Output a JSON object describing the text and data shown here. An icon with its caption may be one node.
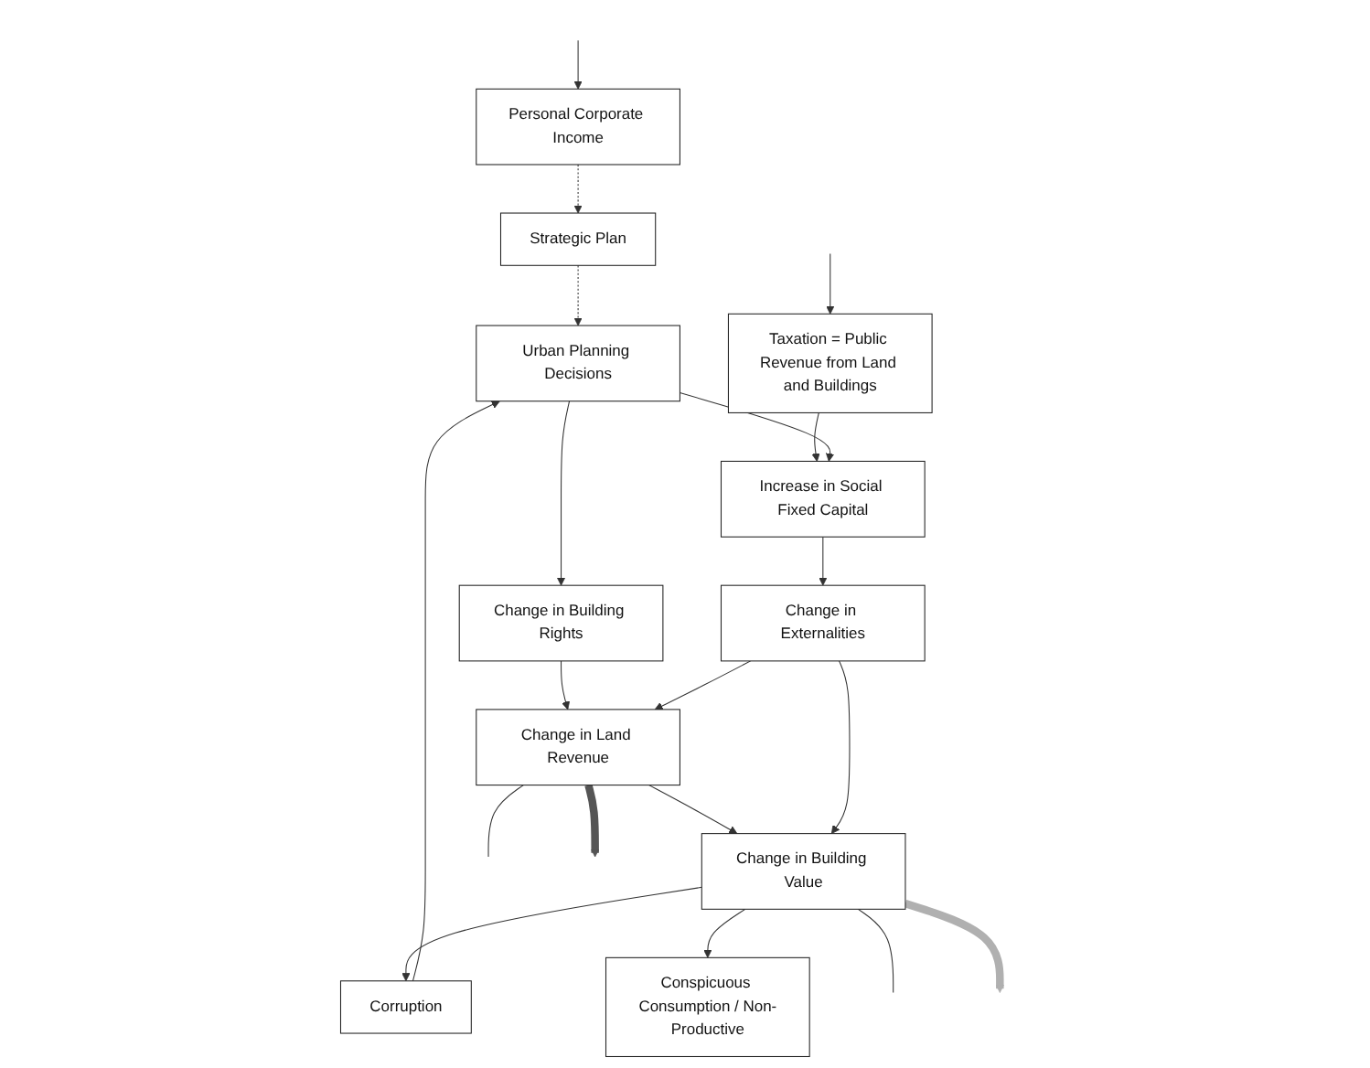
{
  "diagram": {
    "nodes": [
      {
        "text": [
          "Strategic Plan"
        ]
      },
      {
        "text": [
          "Personal Corporate Income"
        ]
      },
      {
        "text": [
          "Taxation = Public Revenue from Land and Buildings"
        ]
      },
      {
        "text": [
          "Urban Planning Decisions"
        ]
      },
      {
        "text": [
          "Increase in Social Fixed Capital"
        ]
      },
      {
        "text": [
          "Change in Building Rights"
        ]
      },
      {
        "text": [
          "Change in Land Revenue"
        ]
      },
      {
        "text": [
          "Change in Externalities"
        ]
      },
      {
        "text": [
          "Change in Building Value"
        ]
      },
      {
        "text": [
          "Corruption"
        ]
      },
      {
        "text": [
          "Conspicuous Consumption / Non-Productive"
        ]
      }
    ],
    "edges": [
      {
        "from": 1,
        "to": 0,
        "arrow": "to",
        "style": "dashed"
      },
      {
        "from": 0,
        "to": 3,
        "arrow": "to",
        "style": "dashed"
      },
      {
        "from": 2,
        "to": 4,
        "arrow": "to"
      },
      {
        "from": 3,
        "to": 5,
        "arrow": "to"
      },
      {
        "from": 3,
        "to": 4,
        "arrow": "to"
      },
      {
        "from": 4,
        "to": 7,
        "arrow": "to"
      },
      {
        "from": 5,
        "to": 6,
        "arrow": "to"
      },
      {
        "from": 7,
        "to": 6,
        "arrow": "to"
      },
      {
        "from": 6,
        "to": 8,
        "arrow": "to"
      },
      {
        "from": 7,
        "to": 8,
        "arrow": "to"
      },
      {
        "from": 8,
        "to": 9,
        "arrow": "to"
      },
      {
        "from": 8,
        "to": 10,
        "arrow": "to"
      },
      {
        "from": 9,
        "to": 3,
        "arrow": "to"
      },
      {
        "from": null,
        "to": 1,
        "arrow": "to"
      },
      {
        "from": null,
        "to": 2,
        "arrow": "to"
      },
      {
        "from": 6,
        "to": null,
        "arrow": "none"
      },
      {
        "from": 8,
        "to": null,
        "arrow": "none"
      },
      {
        "from": 6,
        "to": null,
        "arrow": "to",
        "style": "thick",
        "color": "#555555"
      },
      {
        "from": 8,
        "to": null,
        "arrow": "to",
        "style": "thick",
        "color": "#b0b0b0"
      }
    ]
  }
}
